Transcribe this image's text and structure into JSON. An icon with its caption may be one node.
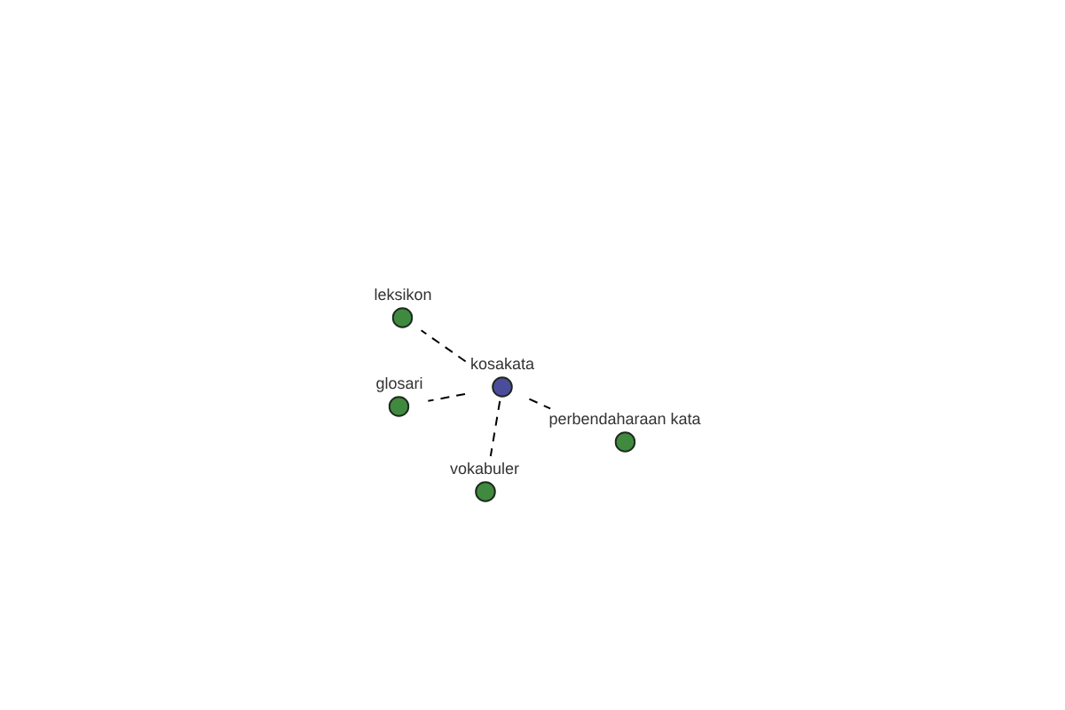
{
  "diagram": {
    "nodes": [
      {
        "text": [
          "leksikon"
        ]
      },
      {
        "text": [
          "kosakata"
        ]
      },
      {
        "text": [
          "glosari"
        ]
      },
      {
        "text": [
          "perbendaharaan kata"
        ]
      },
      {
        "text": [
          "vokabuler"
        ]
      }
    ],
    "edges": [
      {
        "from": 1,
        "to": 0,
        "arrow": "none",
        "style": "dashed"
      },
      {
        "from": 1,
        "to": 2,
        "arrow": "none",
        "style": "dashed"
      },
      {
        "from": 1,
        "to": 3,
        "arrow": "none",
        "style": "dashed"
      },
      {
        "from": 1,
        "to": 4,
        "arrow": "none",
        "style": "dashed"
      }
    ]
  }
}
